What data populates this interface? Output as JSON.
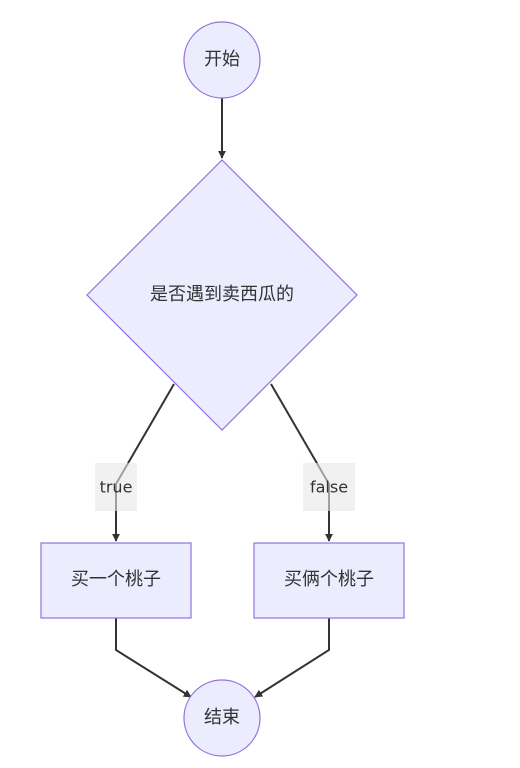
{
  "nodes": {
    "start": "开始",
    "decision": "是否遇到卖西瓜的",
    "buy_one": "买一个桃子",
    "buy_two": "买俩个桃子",
    "end": "结束"
  },
  "edges": {
    "true_label": "true",
    "false_label": "false"
  },
  "colors": {
    "node_fill": "#ECECFF",
    "node_stroke": "#9370DB",
    "edge": "#333333",
    "label_bg": "#E8E8E8"
  }
}
